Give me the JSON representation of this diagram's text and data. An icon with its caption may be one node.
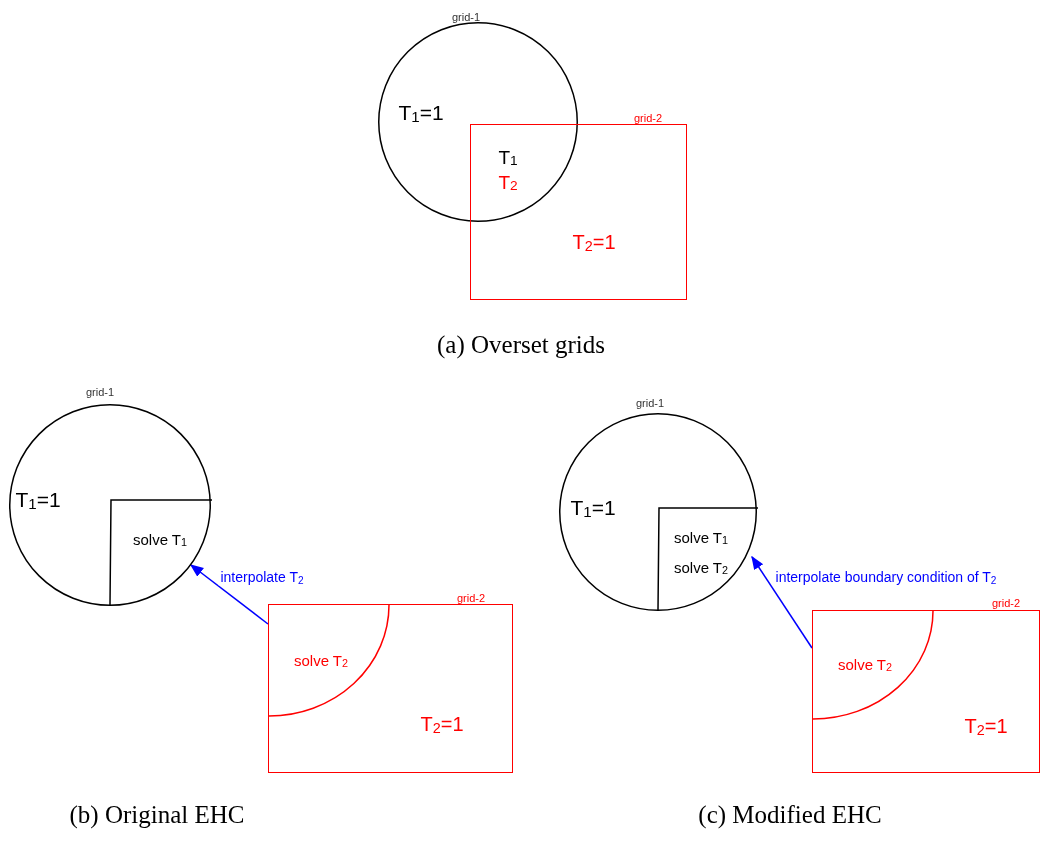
{
  "diagram": {
    "nodes": [
      {
        "text": [
          "grid-1",
          "T$_{1}$=1"
        ]
      },
      {
        "text": [
          "grid-2",
          "T$_{2}$=1"
        ]
      },
      {
        "text": [
          "grid-1",
          "T$_{1}$=1"
        ]
      },
      {
        "text": [
          "solve T$_{1}$"
        ],
        "in": 2
      },
      {
        "text": [
          "grid-2",
          "T$_{2}$=1"
        ]
      },
      {
        "text": [
          "solve T$_{2}$"
        ],
        "in": 4
      },
      {
        "text": [
          "grid-1",
          "T$_{1}$=1"
        ]
      },
      {
        "text": [
          "solve T$_{1}$",
          "solve T$_{2}$"
        ],
        "in": 6
      },
      {
        "text": [
          "grid-2",
          "T$_{2}$=1"
        ]
      },
      {
        "text": [
          "solve T$_{2}$"
        ],
        "in": 8
      }
    ],
    "edges": [
      {
        "from": 5,
        "to": 3,
        "arrow": "to",
        "label": "interpolate T$_{2}$"
      },
      {
        "from": 9,
        "to": 7,
        "arrow": "to",
        "label": "interpolate boundary condition of T$_{2}$"
      }
    ],
    "labels": [
      "T$_{1}$",
      "T$_{2}$",
      "(a) Overset grids",
      "(b) Original EHC",
      "(c) Modified EHC"
    ]
  }
}
